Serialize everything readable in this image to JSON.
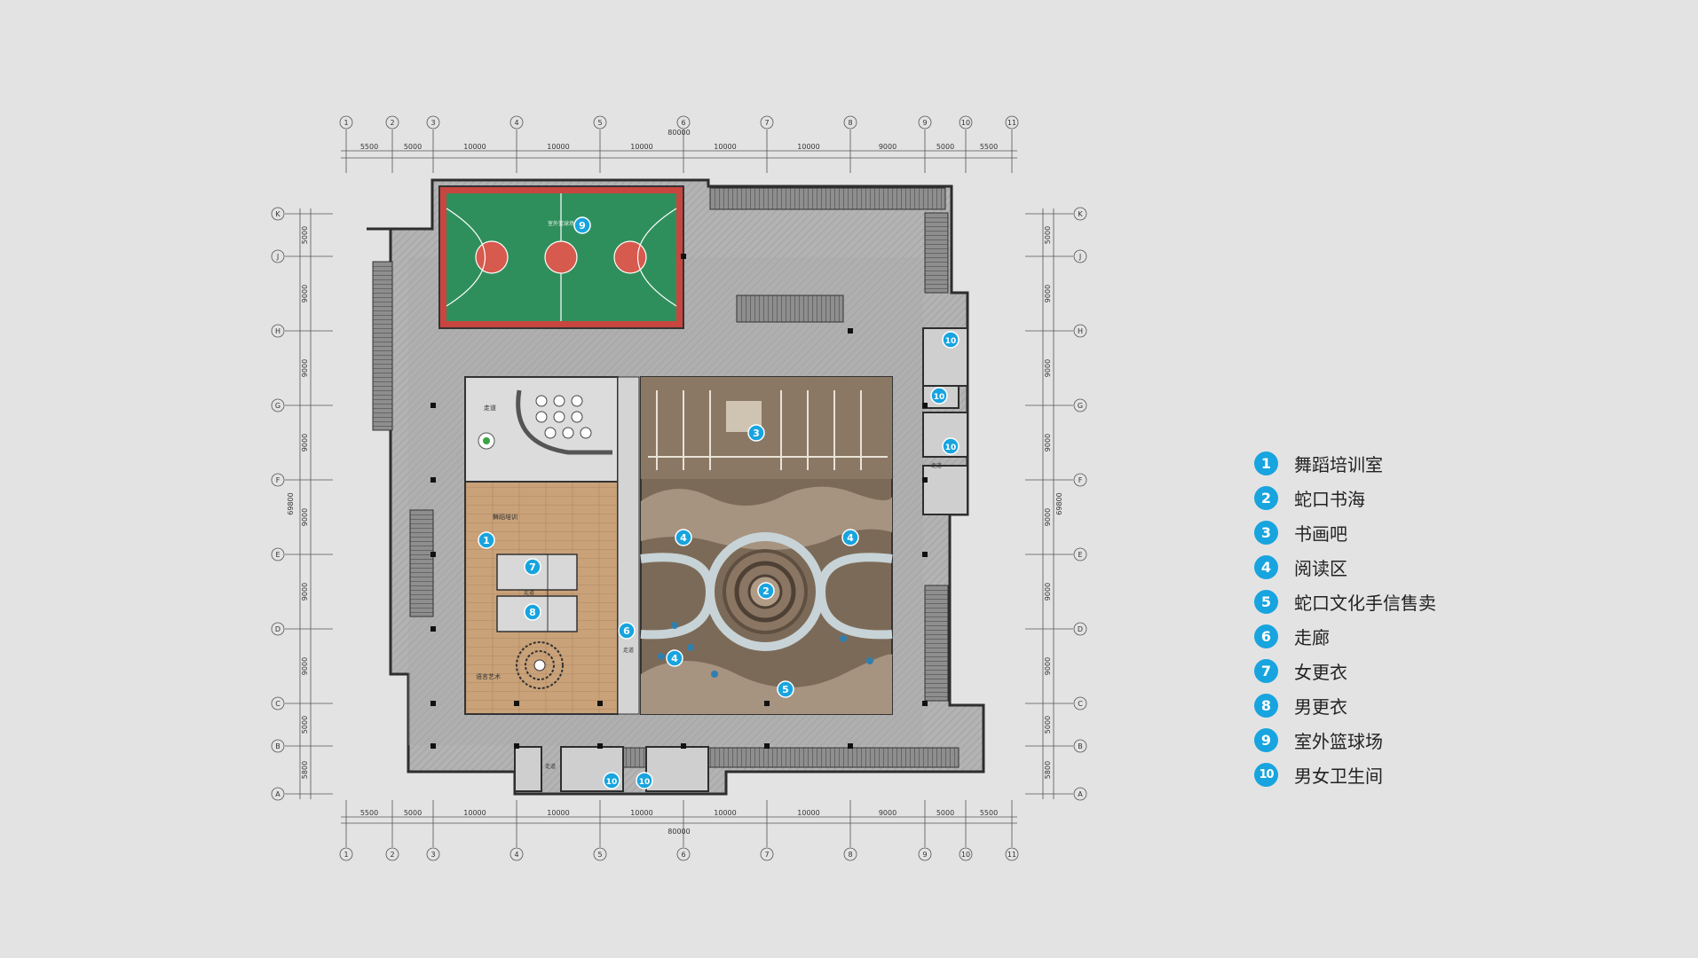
{
  "grid": {
    "columns": [
      "1",
      "2",
      "3",
      "4",
      "5",
      "6",
      "7",
      "8",
      "9",
      "10",
      "11"
    ],
    "rows": [
      "K",
      "J",
      "H",
      "G",
      "F",
      "E",
      "D",
      "C",
      "B",
      "A"
    ],
    "column_spacings": [
      "5500",
      "5000",
      "10000",
      "10000",
      "10000",
      "10000",
      "10000",
      "9000",
      "5000",
      "5500"
    ],
    "total_width": "80000",
    "row_spacings": [
      "5000",
      "9000",
      "9000",
      "9000",
      "9000",
      "9000",
      "9000",
      "5000",
      "5800"
    ],
    "total_height": "69800"
  },
  "room_labels": {
    "corridor": "走道",
    "dance_room": "舞蹈培训",
    "court": "室外篮球场",
    "art_room": "语言艺术"
  },
  "markers": [
    "1",
    "2",
    "3",
    "4",
    "4",
    "4",
    "5",
    "6",
    "7",
    "8",
    "9",
    "10",
    "10",
    "10",
    "10",
    "10"
  ],
  "legend": [
    {
      "num": "1",
      "label": "舞蹈培训室"
    },
    {
      "num": "2",
      "label": "蛇口书海"
    },
    {
      "num": "3",
      "label": "书画吧"
    },
    {
      "num": "4",
      "label": "阅读区"
    },
    {
      "num": "5",
      "label": "蛇口文化手信售卖"
    },
    {
      "num": "6",
      "label": "走廊"
    },
    {
      "num": "7",
      "label": "女更衣"
    },
    {
      "num": "8",
      "label": "男更衣"
    },
    {
      "num": "9",
      "label": "室外篮球场"
    },
    {
      "num": "10",
      "label": "男女卫生间"
    }
  ],
  "colors": {
    "background": "#e3e3e3",
    "badge": "#17a4df",
    "court_green": "#2f8f5c",
    "court_border": "#c8463f",
    "wood": "#c9a27a",
    "dark_floor": "#7c6a58",
    "concrete": "#a7a7a7"
  }
}
